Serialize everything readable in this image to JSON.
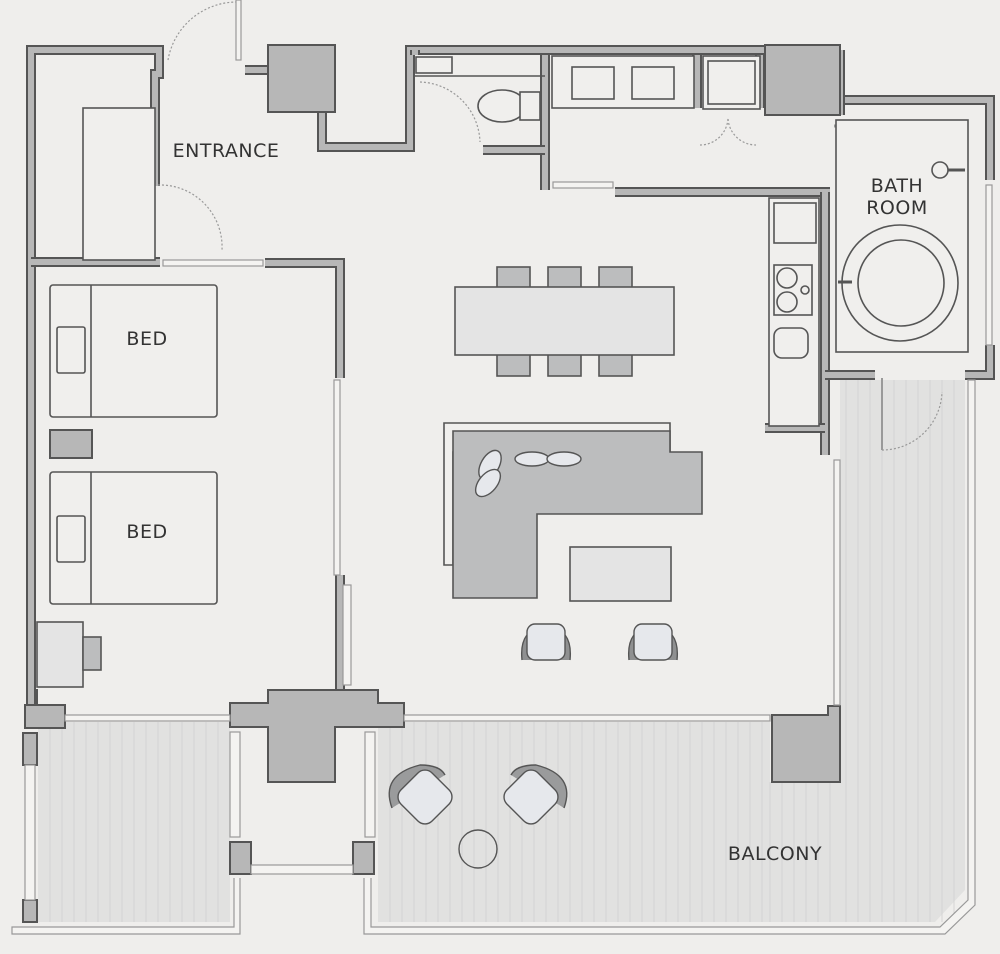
{
  "labels": {
    "entrance": "ENTRANCE",
    "bed_1": "BED",
    "bed_2": "BED",
    "bath_line1": "BATH",
    "bath_line2": "ROOM",
    "balcony": "BALCONY"
  },
  "colors": {
    "background": "#efeeec",
    "wall": "#b7b7b7",
    "wall_outline": "#555555",
    "balcony_deck": "#e1e1e0",
    "dining_chair": "#bcbdbe",
    "cushion": "#e6e8ec"
  }
}
